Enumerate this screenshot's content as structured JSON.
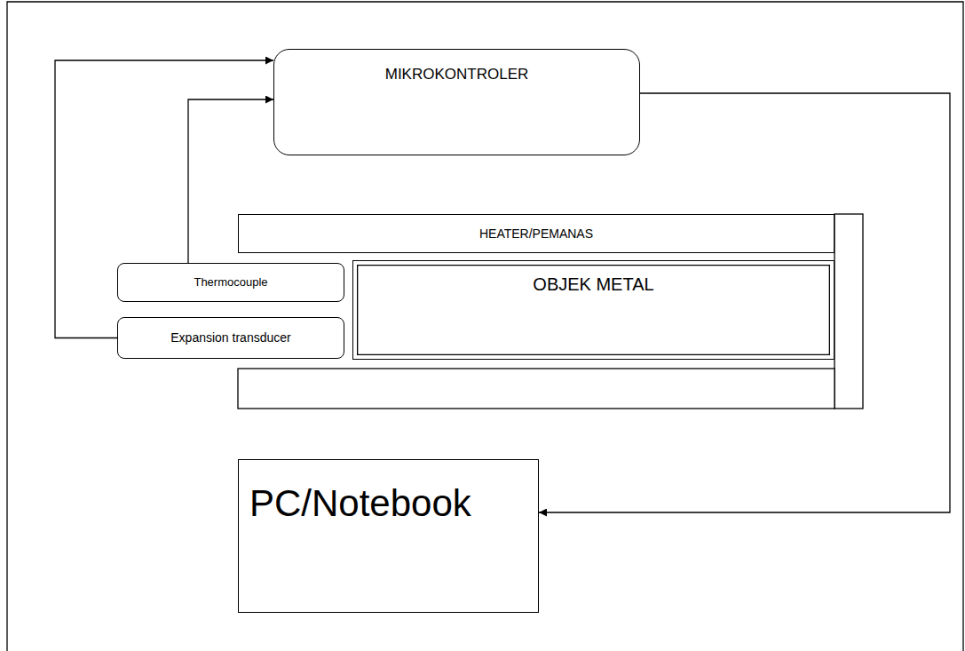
{
  "diagram": {
    "nodes": [
      {
        "text": [
          "MIKROKONTROLER"
        ]
      },
      {
        "text": [
          "HEATER/PEMANAS"
        ]
      },
      {
        "text": [
          "Thermocouple"
        ]
      },
      {
        "text": [
          "OBJEK METAL"
        ]
      },
      {
        "text": [
          "Expansion transducer"
        ]
      },
      {
        "text": [
          "PC/Notebook"
        ]
      }
    ],
    "edges": [
      {
        "from": 4,
        "to": 0,
        "arrow": "to"
      },
      {
        "from": 2,
        "to": 0,
        "arrow": "to"
      },
      {
        "from": 0,
        "to": 5,
        "arrow": "to"
      }
    ]
  }
}
